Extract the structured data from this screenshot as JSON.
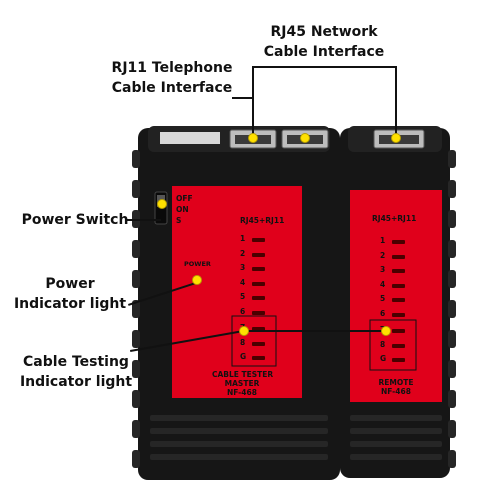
{
  "callouts": {
    "rj45": [
      "RJ45 Network",
      "Cable Interface"
    ],
    "rj11": [
      "RJ11 Telephone",
      "Cable Interface"
    ],
    "power_switch": "Power Switch",
    "power_indicator": [
      "Power",
      "Indicator light"
    ],
    "cable_testing": [
      "Cable Testing",
      "Indicator light"
    ]
  },
  "master": {
    "switch_labels": [
      "OFF",
      "ON",
      "S"
    ],
    "port_header": "RJ45+RJ11",
    "power_label": "POWER",
    "leds": [
      "1",
      "2",
      "3",
      "4",
      "5",
      "6",
      "7",
      "8",
      "G"
    ],
    "footer": [
      "CABLE TESTER",
      "MASTER",
      "NF-468"
    ]
  },
  "remote": {
    "port_header": "RJ45+RJ11",
    "leds": [
      "1",
      "2",
      "3",
      "4",
      "5",
      "6",
      "7",
      "8",
      "G"
    ],
    "footer": [
      "REMOTE",
      "NF-468"
    ]
  },
  "colors": {
    "body": "#161616",
    "panel": "#e0001b",
    "marker": "#ffe000",
    "led_off": "#4a0000"
  }
}
